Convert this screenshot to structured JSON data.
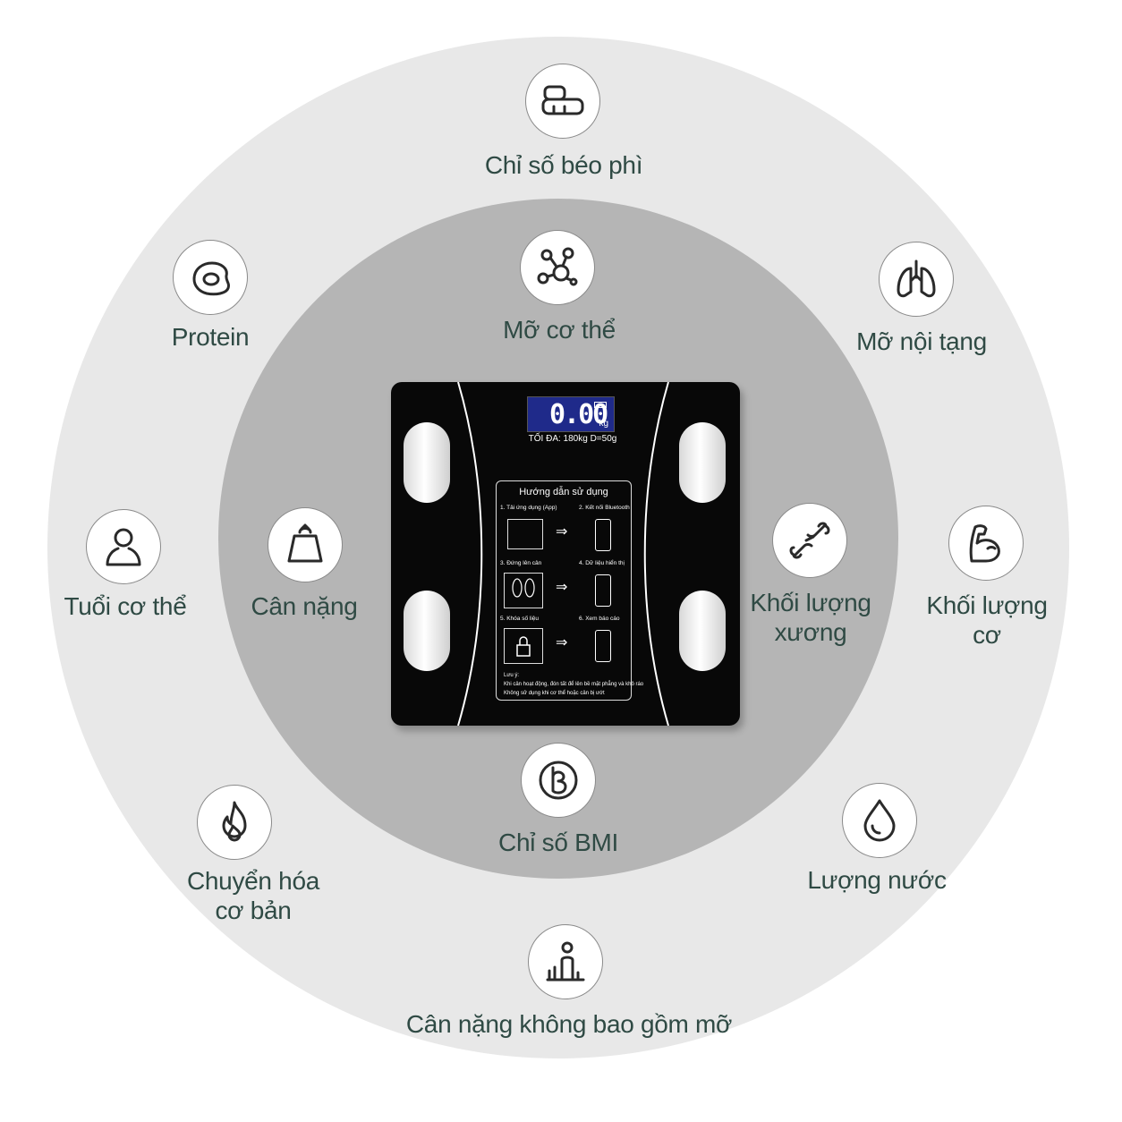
{
  "features": {
    "obesity_index": "Chỉ số béo phì",
    "visceral_fat": "Mỡ nội tạng",
    "protein": "Protein",
    "body_fat": "Mỡ cơ thể",
    "body_age": "Tuổi cơ thể",
    "weight": "Cân nặng",
    "bone_mass_1": "Khối lượng",
    "bone_mass_2": "xương",
    "muscle_mass_1": "Khối lượng",
    "muscle_mass_2": "cơ",
    "bmi": "Chỉ số BMI",
    "bmr_1": "Chuyển hóa",
    "bmr_2": "cơ bản",
    "water": "Lượng nước",
    "lean_mass": "Cân nặng không bao gồm mỡ"
  },
  "scale": {
    "display_value": "0.00",
    "display_unit": "kg",
    "spec": "TỐI ĐA: 180kg  D=50g",
    "guide_title": "Hướng dẫn sử dụng",
    "step1": "1. Tải ứng dụng (App)",
    "step2": "2. Kết nối Bluetooth",
    "step3": "3. Đứng lên cân",
    "step4": "4. Dữ liệu hiển thị",
    "step5": "5. Khóa số liệu",
    "step6": "6. Xem báo cáo",
    "note_title": "Lưu ý:",
    "note1": "Khi cân hoạt động, đón tất để lên bề mặt phẳng và khô ráo",
    "note2": "Không sử dụng khi cơ thể hoặc cân bị ướt"
  },
  "icons": [
    "scale-block-icon",
    "lungs-icon",
    "egg-icon",
    "molecule-icon",
    "person-icon",
    "weight-bag-icon",
    "bone-joint-icon",
    "muscle-arm-icon",
    "b-letter-icon",
    "flame-icon",
    "water-drop-icon",
    "body-bars-icon"
  ],
  "colors": {
    "label": "#2f4a44",
    "outer_ring": "#e8e8e8",
    "inner_ring": "#b5b5b5"
  }
}
